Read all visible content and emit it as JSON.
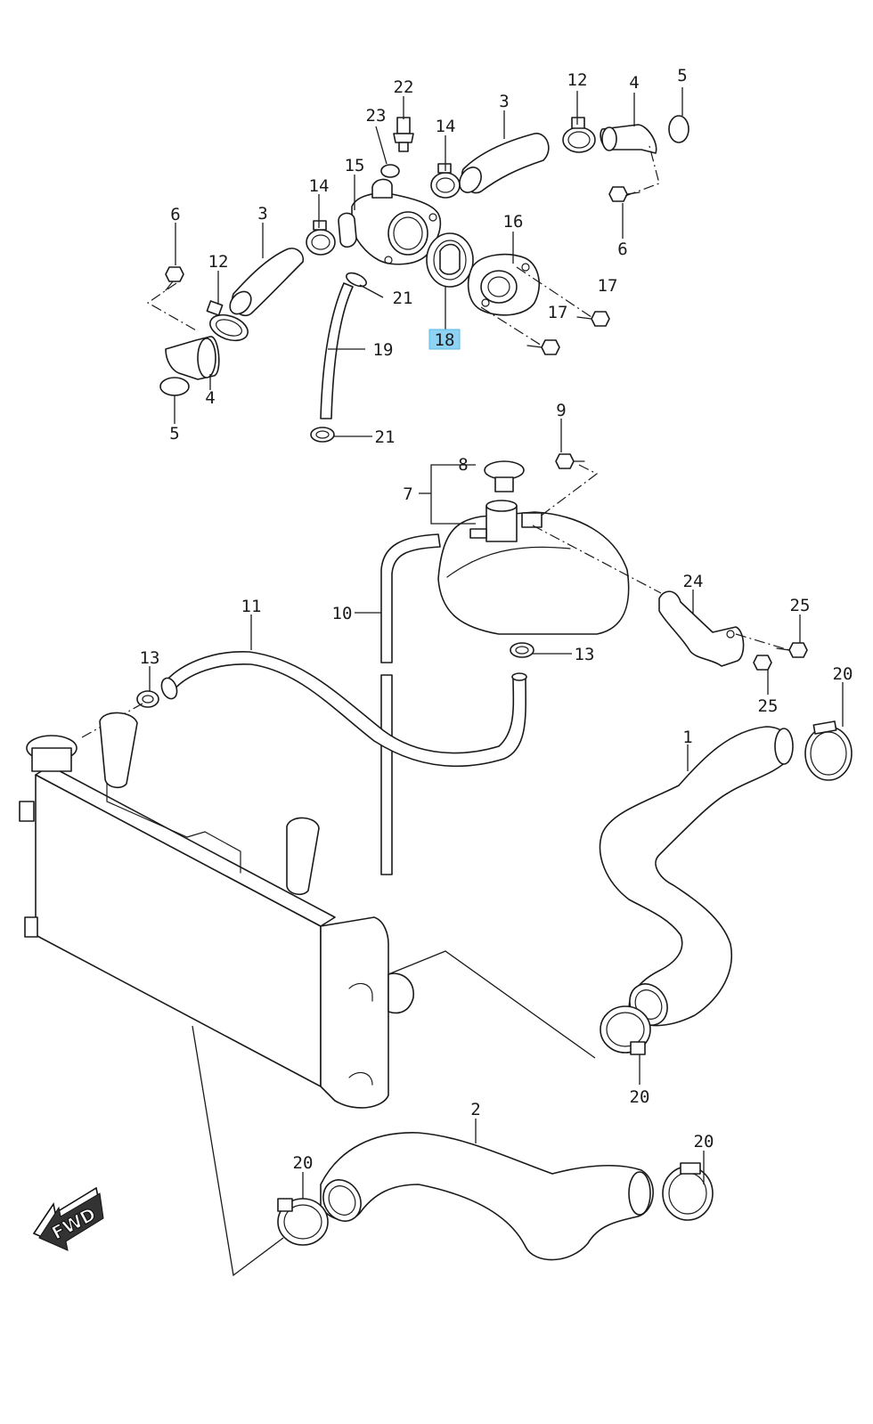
{
  "diagram": {
    "callouts": [
      {
        "id": "c1",
        "text": "1"
      },
      {
        "id": "c2",
        "text": "2"
      },
      {
        "id": "c3a",
        "text": "3"
      },
      {
        "id": "c3b",
        "text": "3"
      },
      {
        "id": "c4a",
        "text": "4"
      },
      {
        "id": "c4b",
        "text": "4"
      },
      {
        "id": "c5a",
        "text": "5"
      },
      {
        "id": "c5b",
        "text": "5"
      },
      {
        "id": "c6a",
        "text": "6"
      },
      {
        "id": "c6b",
        "text": "6"
      },
      {
        "id": "c7",
        "text": "7"
      },
      {
        "id": "c8",
        "text": "8"
      },
      {
        "id": "c9",
        "text": "9"
      },
      {
        "id": "c10",
        "text": "10"
      },
      {
        "id": "c11",
        "text": "11"
      },
      {
        "id": "c12a",
        "text": "12"
      },
      {
        "id": "c12b",
        "text": "12"
      },
      {
        "id": "c13a",
        "text": "13"
      },
      {
        "id": "c13b",
        "text": "13"
      },
      {
        "id": "c14a",
        "text": "14"
      },
      {
        "id": "c14b",
        "text": "14"
      },
      {
        "id": "c15",
        "text": "15"
      },
      {
        "id": "c16",
        "text": "16"
      },
      {
        "id": "c17a",
        "text": "17"
      },
      {
        "id": "c17b",
        "text": "17"
      },
      {
        "id": "c18",
        "text": "18",
        "highlighted": true
      },
      {
        "id": "c19",
        "text": "19"
      },
      {
        "id": "c20a",
        "text": "20"
      },
      {
        "id": "c20b",
        "text": "20"
      },
      {
        "id": "c20c",
        "text": "20"
      },
      {
        "id": "c20d",
        "text": "20"
      },
      {
        "id": "c21a",
        "text": "21"
      },
      {
        "id": "c21b",
        "text": "21"
      },
      {
        "id": "c22",
        "text": "22"
      },
      {
        "id": "c23",
        "text": "23"
      },
      {
        "id": "c24",
        "text": "24"
      },
      {
        "id": "c25a",
        "text": "25"
      },
      {
        "id": "c25b",
        "text": "25"
      }
    ],
    "fwd_label": "FWD",
    "highlight_color": "#8fd3f4",
    "line_color": "#1a1a1a"
  }
}
